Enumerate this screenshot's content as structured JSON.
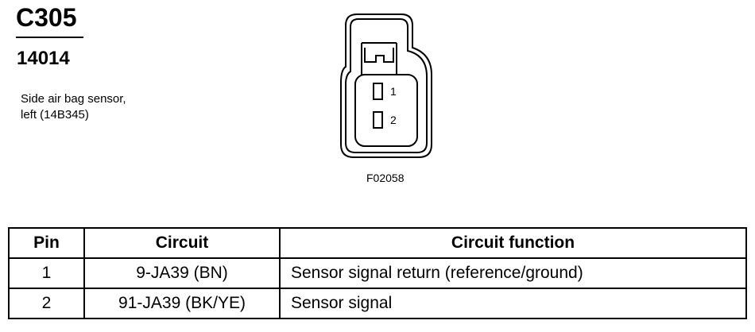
{
  "connector": {
    "id": "C305",
    "number": "14014",
    "description_line1": "Side air bag sensor,",
    "description_line2": "left (14B345)"
  },
  "diagram": {
    "pin_labels": [
      "1",
      "2"
    ],
    "figure_id": "F02058"
  },
  "table": {
    "headers": {
      "pin": "Pin",
      "circuit": "Circuit",
      "function": "Circuit function"
    },
    "rows": [
      {
        "pin": "1",
        "circuit": "9-JA39 (BN)",
        "function": "Sensor signal return (reference/ground)"
      },
      {
        "pin": "2",
        "circuit": "91-JA39 (BK/YE)",
        "function": "Sensor signal"
      }
    ]
  }
}
